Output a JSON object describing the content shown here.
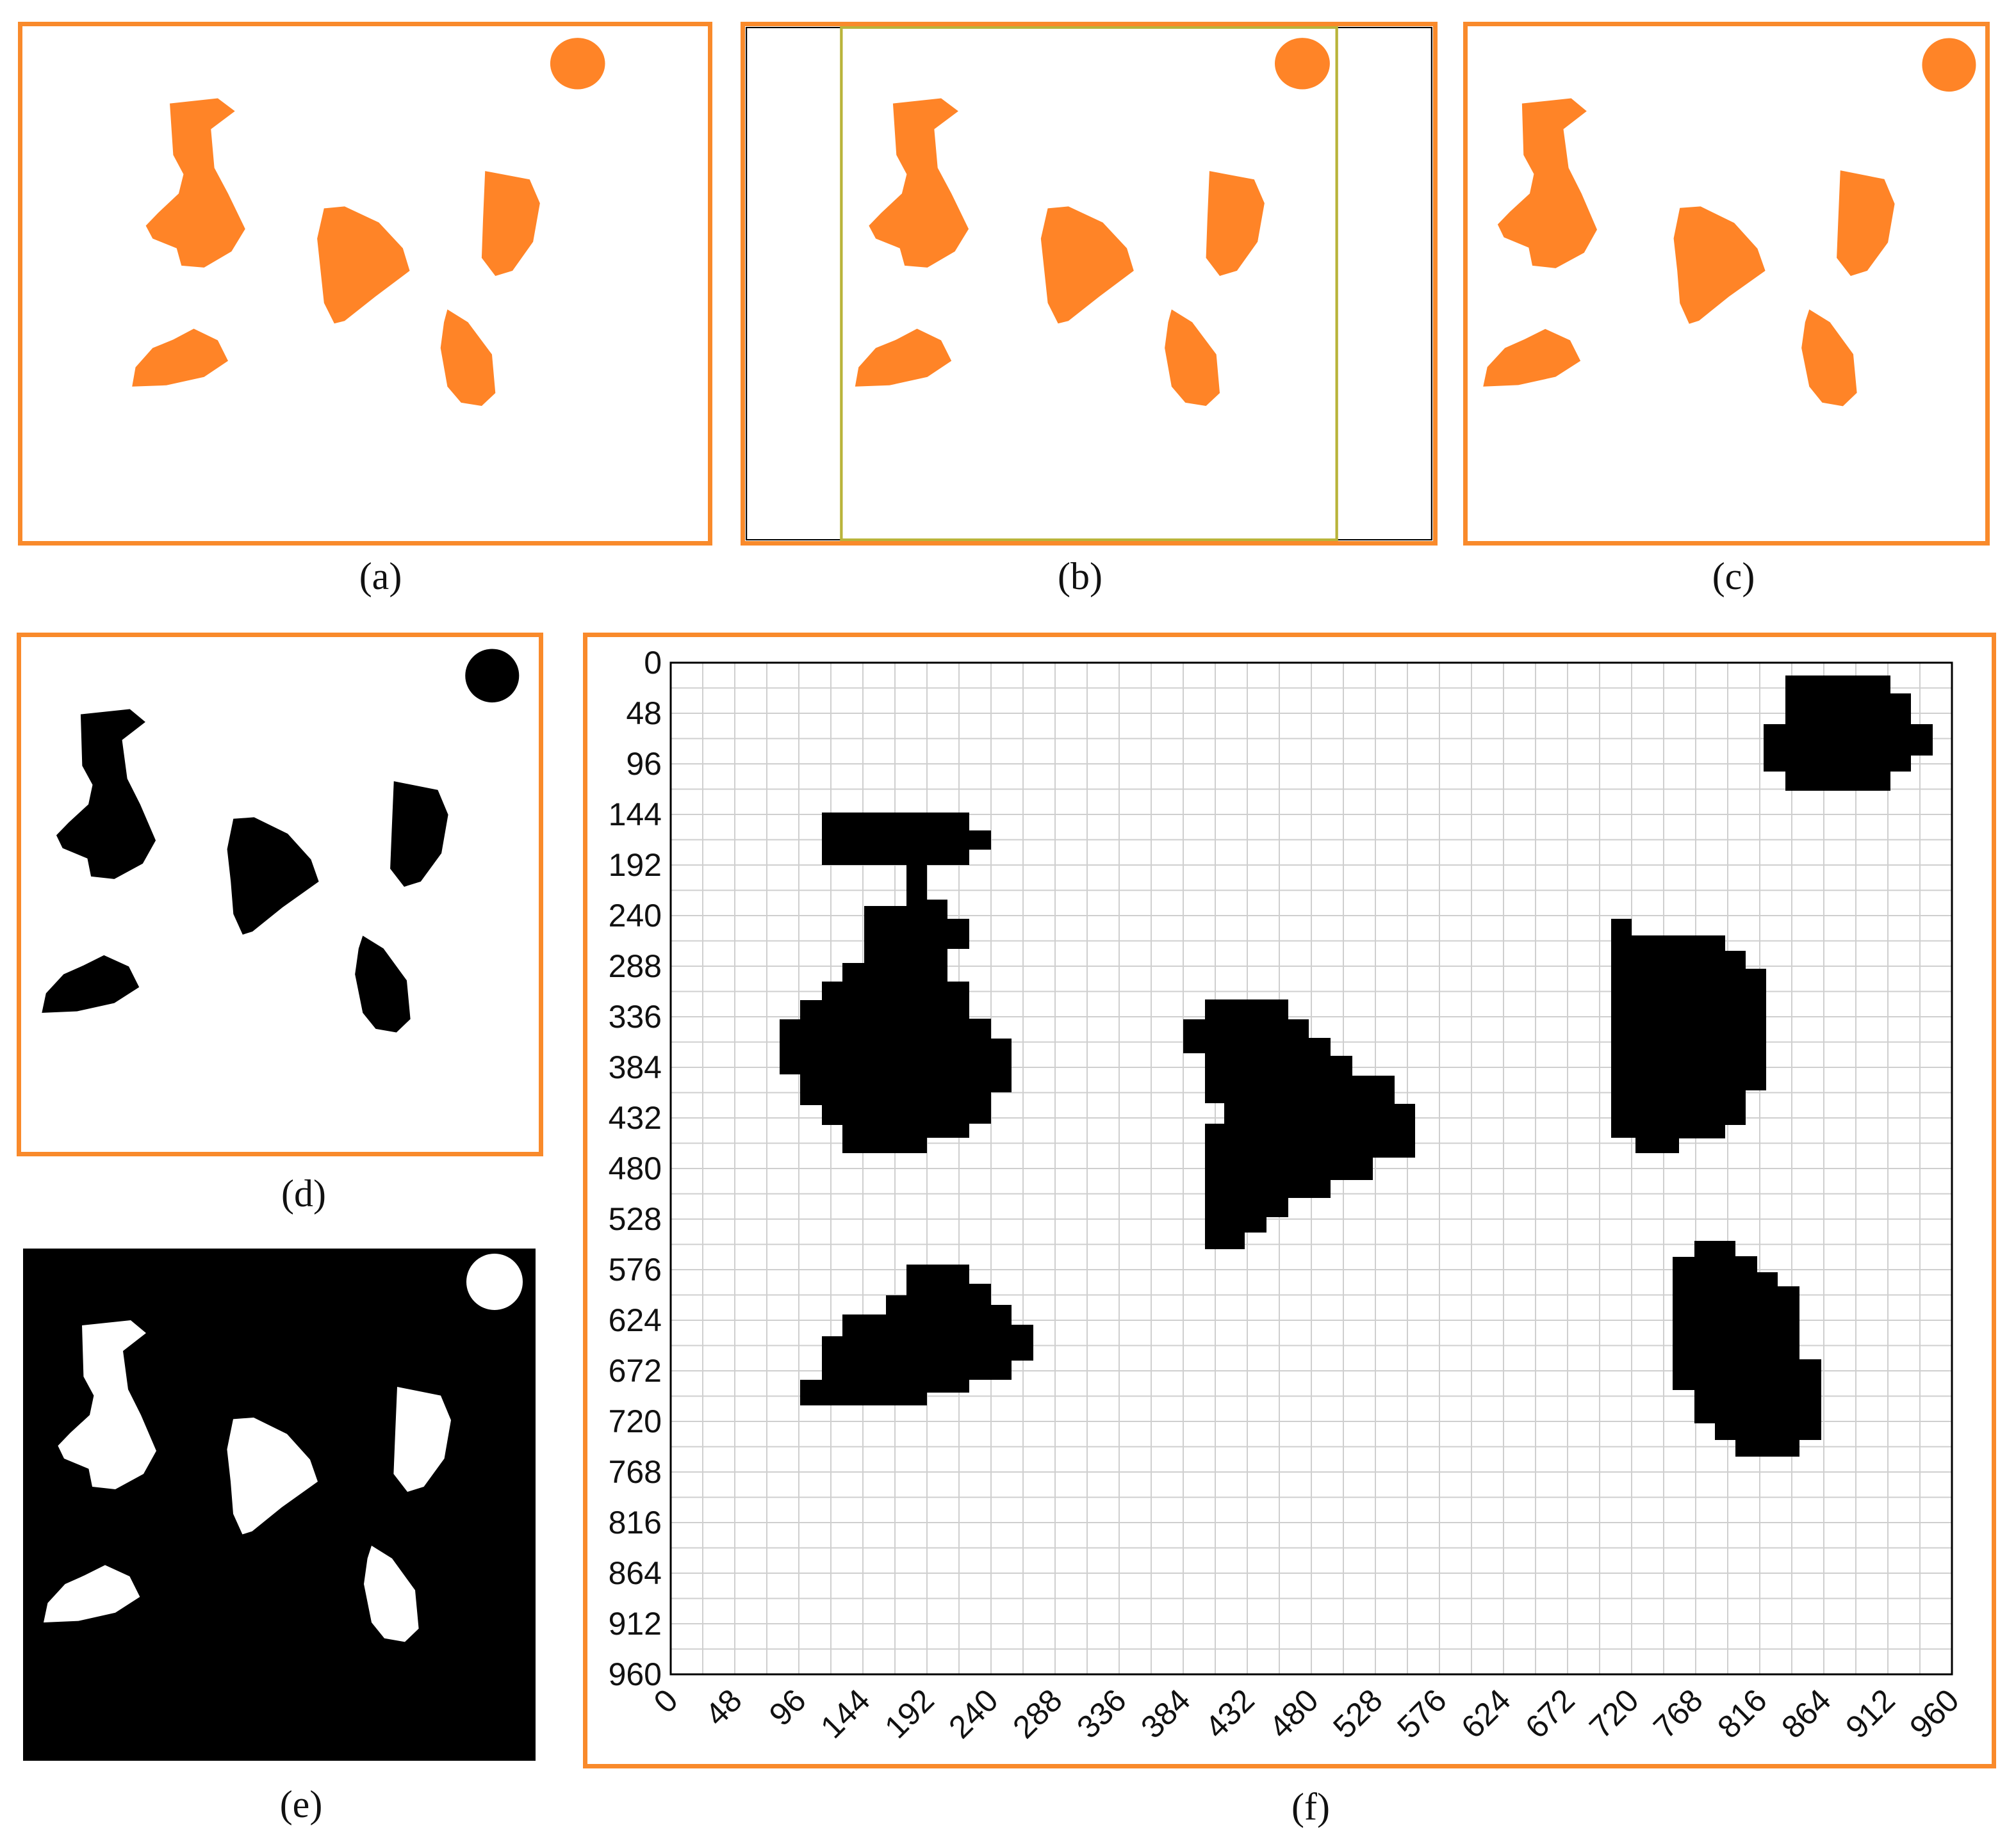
{
  "colors": {
    "accent_border": "#F98A2B",
    "shape_fill": "#FF8427",
    "crop_line": "#B9B43A",
    "mask_fill": "#000000"
  },
  "captions": {
    "a": "(a)",
    "b": "(b)",
    "c": "(c)",
    "d": "(d)",
    "e": "(e)",
    "f": "(f)"
  },
  "grid_plot": {
    "x_ticks": [
      "0",
      "48",
      "96",
      "144",
      "192",
      "240",
      "288",
      "336",
      "384",
      "432",
      "480",
      "528",
      "576",
      "624",
      "672",
      "720",
      "768",
      "816",
      "864",
      "912",
      "960"
    ],
    "y_ticks": [
      "0",
      "48",
      "96",
      "144",
      "192",
      "240",
      "288",
      "336",
      "384",
      "432",
      "480",
      "528",
      "576",
      "624",
      "672",
      "720",
      "768",
      "816",
      "864",
      "912",
      "960"
    ],
    "x_range": [
      0,
      960
    ],
    "y_range": [
      0,
      960
    ]
  }
}
